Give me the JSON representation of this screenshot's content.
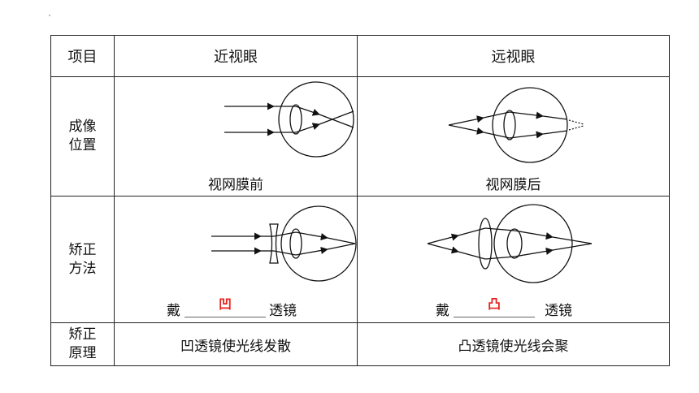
{
  "table": {
    "header": {
      "item": "项目",
      "myopia": "近视眼",
      "hyperopia": "远视眼"
    },
    "rows": {
      "imaging": {
        "label_line1": "成像",
        "label_line2": "位置",
        "myopia_caption": "视网膜前",
        "hyperopia_caption": "视网膜后"
      },
      "correction": {
        "label_line1": "矫正",
        "label_line2": "方法",
        "wear_text": "戴",
        "lens_text": "透镜",
        "myopia_answer": "凹",
        "hyperopia_answer": "凸"
      },
      "principle": {
        "label_line1": "矫正",
        "label_line2": "原理",
        "myopia_text": "凹透镜使光线发散",
        "hyperopia_text": "凸透镜使光线会聚"
      }
    }
  },
  "colors": {
    "answer": "#e8221e",
    "lines": "#111111"
  }
}
